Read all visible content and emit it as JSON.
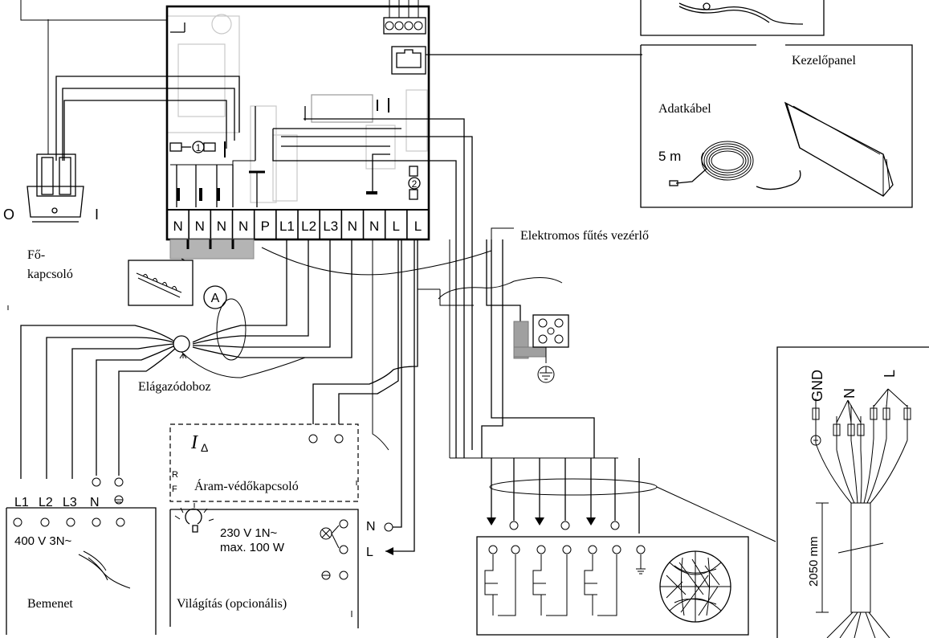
{
  "terminals": [
    "N",
    "N",
    "N",
    "N",
    "P",
    "L1",
    "L2",
    "L3",
    "N",
    "N",
    "L",
    "L"
  ],
  "pcb_marks": {
    "one": "1",
    "two": "2"
  },
  "labels": {
    "kezelopanel": "Kezelőpanel",
    "adatkabel": "Adatkábel",
    "cable_5m": "5 m",
    "elektromos": "Elektromos fűtés vezérlő",
    "fokapcsolo_1": "Fő-",
    "fokapcsolo_2": "kapcsoló",
    "switch_o": "O",
    "switch_i": "I",
    "marker_a": "A",
    "elagazodoboz": "Elágazódoboz",
    "i_delta": "I",
    "i_delta_sub": "Δ",
    "aram": "Áram-védőkapcsoló",
    "rf_r": "R",
    "rf_f": "F",
    "input_terms": [
      "L1",
      "L2",
      "L3",
      "N"
    ],
    "voltage_in": "400 V 3N~",
    "bemenet": "Bemenet",
    "light_v": "230 V 1N~",
    "light_max": "max. 100 W",
    "vilagitas": "Világítás (opcionális)",
    "out_n": "N",
    "out_l": "L",
    "gnd": "GND",
    "n_label": "N",
    "l_label": "L",
    "length": "2050 mm"
  },
  "colors": {
    "line": "#000000",
    "ghost": "#9a9a9a",
    "ground_bar": "#a0a0a0"
  }
}
